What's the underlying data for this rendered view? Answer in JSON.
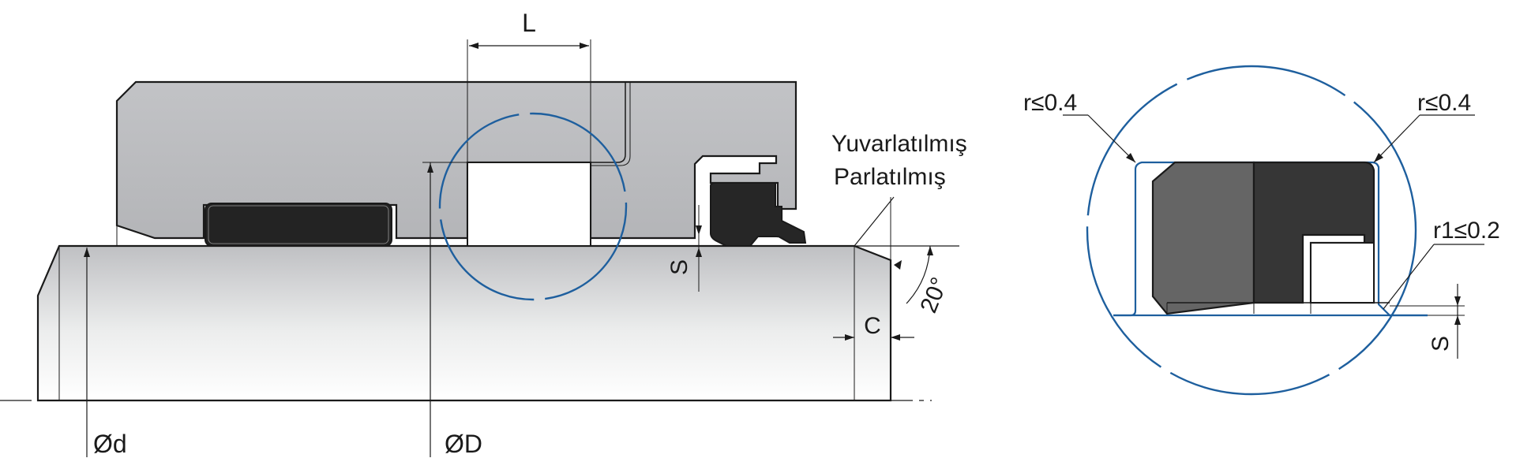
{
  "labels": {
    "L": "L",
    "yuvarlatilmis": "Yuvarlatılmış",
    "parlatilmis": "Parlatılmış",
    "s_main": "S",
    "angle": "20°",
    "C": "C",
    "d": "Ød",
    "D": "ØD",
    "r_left": "r≤0.4",
    "r_right": "r≤0.4",
    "r1": "r1≤0.2",
    "s_detail": "S"
  },
  "colors": {
    "housing": "#bcbdc0",
    "rod_light": "#f4f4f5",
    "rod_dark": "#bfc0c3",
    "seal_dark": "#2a2a2a",
    "seal_mid": "#656565",
    "seal_black": "#363636",
    "detail_circle": "#1e5f9e",
    "line": "#1a1a1a"
  }
}
